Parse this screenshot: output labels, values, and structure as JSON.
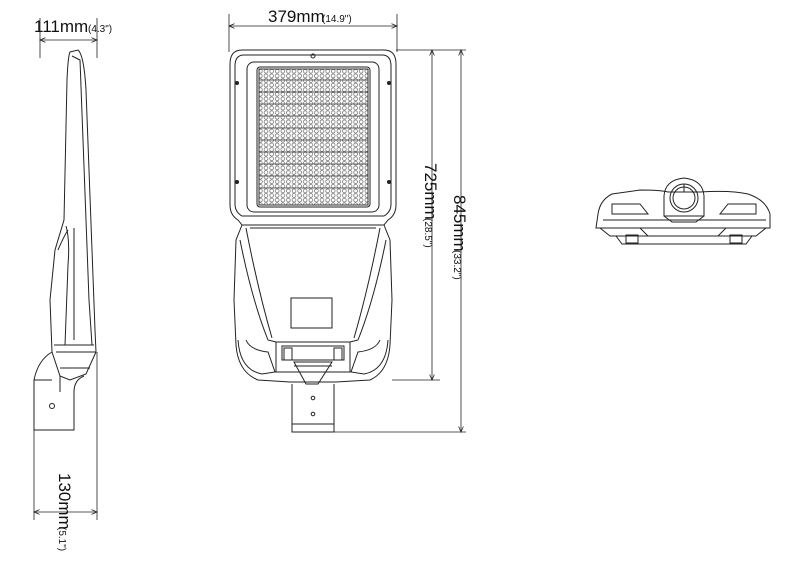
{
  "dimensions": {
    "width_top": {
      "main": "379mm",
      "sub": "(14.9\")"
    },
    "side_top": {
      "main": "111mm",
      "sub": "(4.3\")"
    },
    "height_725": {
      "main": "725mm",
      "sub": "(28.5\")"
    },
    "height_845": {
      "main": "845mm",
      "sub": "(33.2\")"
    },
    "side_bottom": {
      "main": "130mm",
      "sub": "(5.1\")"
    }
  },
  "colors": {
    "line": "#222222",
    "light": "#888888"
  }
}
